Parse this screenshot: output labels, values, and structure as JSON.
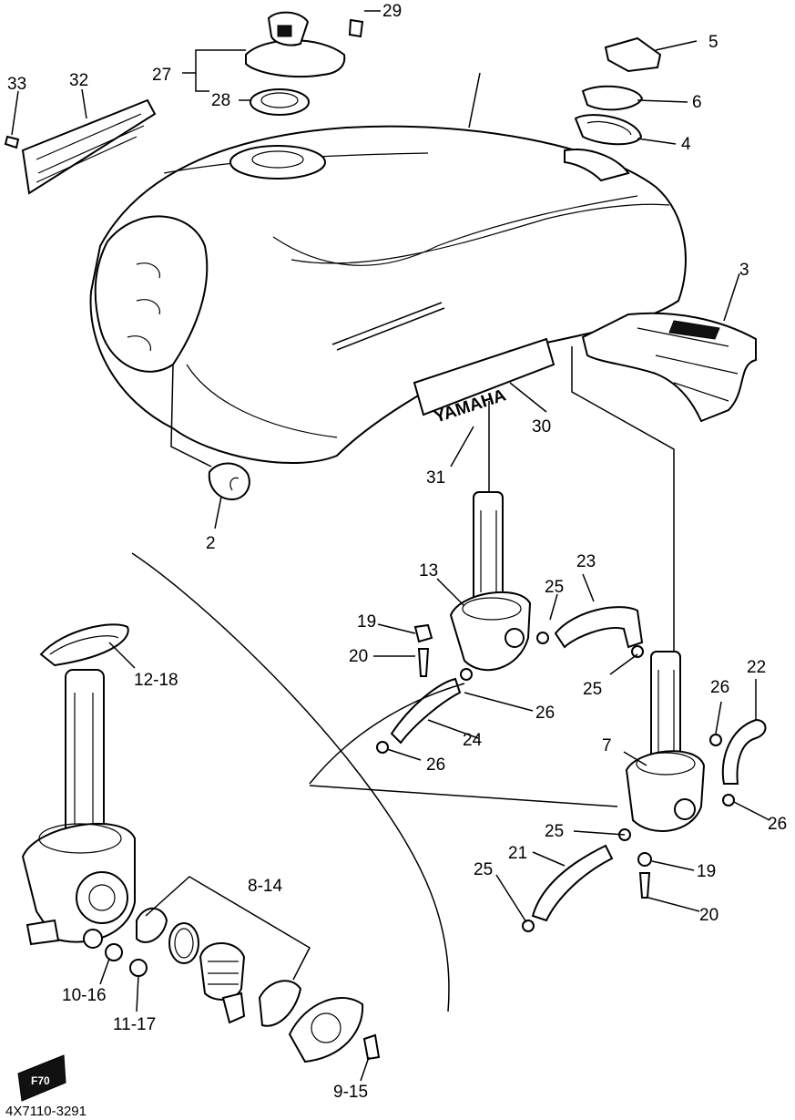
{
  "diagram": {
    "catalog_number": "4X7110-3291",
    "emblem_text": "YAMAHA",
    "corner_badge_text": "F70",
    "callouts": {
      "p2": "2",
      "p3": "3",
      "p4": "4",
      "p5": "5",
      "p6": "6",
      "p7": "7",
      "p8_14": "8-14",
      "p9_15": "9-15",
      "p10_16": "10-16",
      "p11_17": "11-17",
      "p12_18": "12-18",
      "p13": "13",
      "p19a": "19",
      "p19b": "19",
      "p20a": "20",
      "p20b": "20",
      "p21": "21",
      "p22": "22",
      "p23": "23",
      "p24": "24",
      "p25a": "25",
      "p25b": "25",
      "p25c": "25",
      "p25d": "25",
      "p26a": "26",
      "p26b": "26",
      "p26c": "26",
      "p26d": "26",
      "p27": "27",
      "p28": "28",
      "p29": "29",
      "p30": "30",
      "p31": "31",
      "p32": "32",
      "p33": "33"
    }
  }
}
